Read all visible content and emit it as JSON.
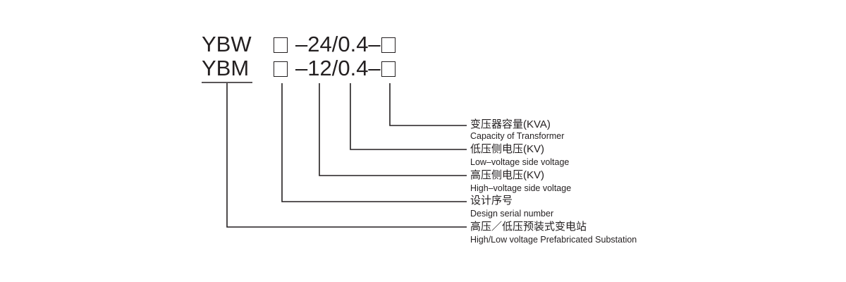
{
  "model_codes": [
    {
      "prefix": "YBW",
      "rest": "–24/0.4–"
    },
    {
      "prefix": "YBM",
      "rest": "–12/0.4–"
    }
  ],
  "legend": [
    {
      "cn": "变压器容量(KVA)",
      "en": "Capacity of Transformer"
    },
    {
      "cn": "低压侧电压(KV)",
      "en": "Low–voltage side voltage"
    },
    {
      "cn": "高压侧电压(KV)",
      "en": "High–voltage side voltage"
    },
    {
      "cn": "设计序号",
      "en": "Design serial number"
    },
    {
      "cn": "高压／低压预装式变电站",
      "en": "High/Low voltage Prefabricated Substation"
    }
  ]
}
